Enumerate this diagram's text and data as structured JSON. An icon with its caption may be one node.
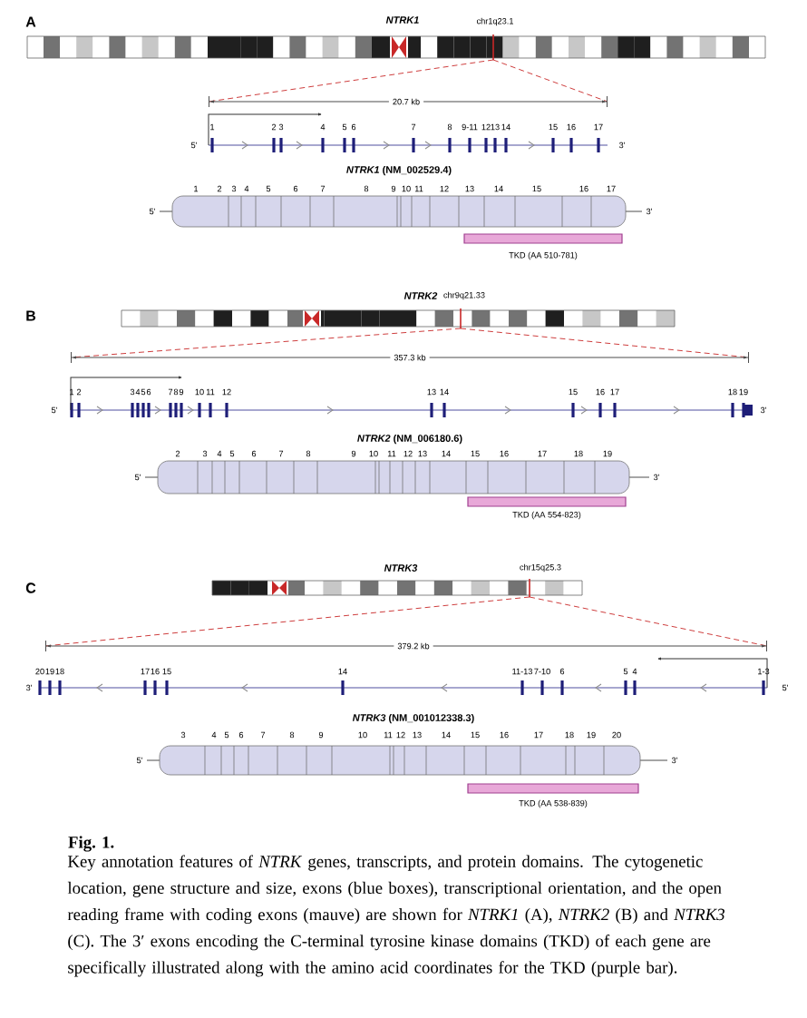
{
  "diagram": {
    "caption": "Key annotation features of *NTRK* genes, transcripts, and protein domains. The cytogenetic location, gene structure and size, exons (blue boxes), transcriptional orientation, and the open reading frame with coding exons (mauve) are shown for *NTRK1* (A), *NTRK2* (B) and *NTRK3* (C). The 3′ exons encoding the C-terminal tyrosine kinase domains (TKD) of each gene are specifically illustrated along with the amino acid coordinates for the TKD (purple bar).",
    "nodes": [
      {
        "text": [
          "NTRK1",
          "chr1q23.1"
        ]
      },
      {
        "text": [
          "*NTRK1* (NM_002529.4)"
        ]
      },
      {
        "text": [
          "TKD (AA 510-781)"
        ]
      },
      {
        "text": [
          "NTRK2",
          "chr9q21.33"
        ]
      },
      {
        "text": [
          "*NTRK2* (NM_006180.6)"
        ]
      },
      {
        "text": [
          "TKD (AA 554-823)"
        ]
      },
      {
        "text": [
          "NTRK3",
          "chr15q25.3"
        ]
      },
      {
        "text": [
          "*NTRK3* (NM_001012338.3)"
        ]
      },
      {
        "text": [
          "TKD (AA 538-839)"
        ]
      }
    ],
    "labels": [
      "A",
      "20.7 kb",
      "1",
      "2",
      "3",
      "4",
      "5",
      "6",
      "7",
      "8",
      "9-11",
      "12",
      "13",
      "14",
      "15",
      "16",
      "17",
      "5'",
      "3'",
      "1",
      "2",
      "3",
      "4",
      "5",
      "6",
      "7",
      "8",
      "9",
      "10",
      "11",
      "12",
      "13",
      "14",
      "15",
      "16",
      "17",
      "5'",
      "3'",
      "B",
      "357.3 kb",
      "1",
      "2",
      "3",
      "4",
      "5",
      "6",
      "7",
      "8",
      "9",
      "10",
      "11",
      "12",
      "13",
      "14",
      "15",
      "16",
      "17",
      "18",
      "19",
      "5'",
      "3'",
      "2",
      "3",
      "4",
      "5",
      "6",
      "7",
      "8",
      "9",
      "10",
      "11",
      "12",
      "13",
      "14",
      "15",
      "16",
      "17",
      "18",
      "19",
      "5'",
      "3'",
      "C",
      "379.2 kb",
      "20",
      "19",
      "18",
      "17",
      "16",
      "15",
      "14",
      "11-13",
      "7-10",
      "6",
      "5",
      "4",
      "1-3",
      "3'",
      "5'",
      "3",
      "4",
      "5",
      "6",
      "7",
      "8",
      "9",
      "10",
      "11",
      "12",
      "13",
      "14",
      "15",
      "16",
      "17",
      "18",
      "19",
      "20",
      "5'",
      "3'",
      "Fig. 1."
    ]
  }
}
